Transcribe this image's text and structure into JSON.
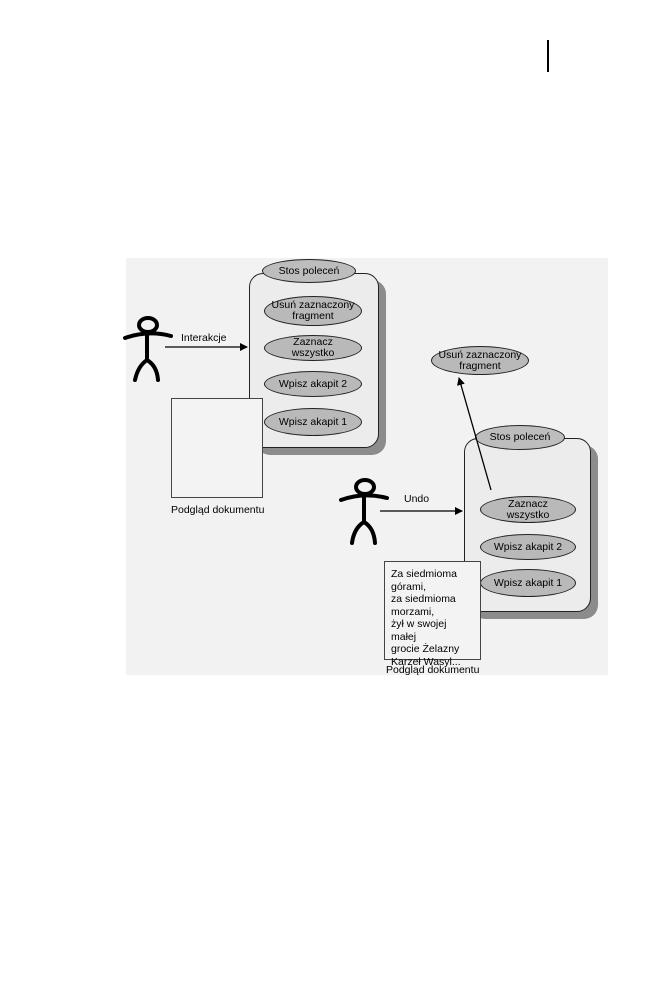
{
  "left_scene": {
    "stack_title": "Stos poleceń",
    "commands": [
      "Usuń zaznaczony fragment",
      "Zaznacz  wszystko",
      "Wpisz akapit 2",
      "Wpisz akapit 1"
    ],
    "arrow_label": "Interakcje",
    "doc_caption": "Podgląd dokumentu",
    "doc_text": ""
  },
  "right_scene": {
    "stack_title": "Stos poleceń",
    "commands": [
      "Zaznacz  wszystko",
      "Wpisz akapit 2",
      "Wpisz akapit 1"
    ],
    "popped_command": "Usuń zaznaczony fragment",
    "arrow_label": "Undo",
    "doc_caption": "Podgląd dokumentu",
    "doc_lines": [
      "Za siedmioma",
      "górami,",
      "za siedmioma",
      "morzami,",
      "żył w swojej małej",
      "grocie Żelazny",
      "Karzeł Wasyl..."
    ]
  },
  "colors": {
    "pill_fill": "#b9b9b9",
    "box_fill": "#ececec",
    "shadow": "#8c8c8c",
    "figure_bg": "#f2f2f2"
  }
}
